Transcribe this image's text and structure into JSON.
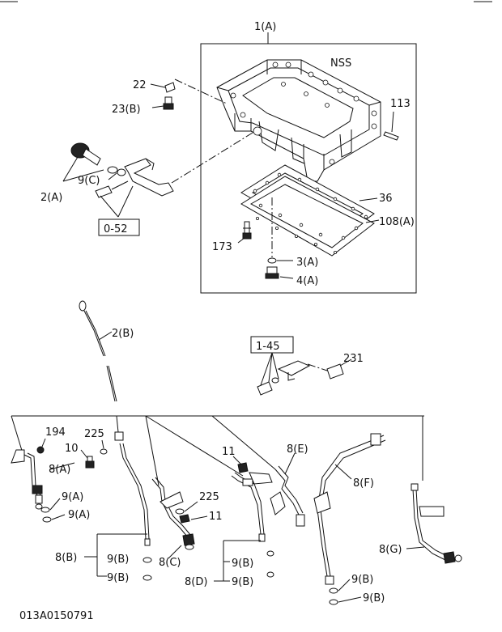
{
  "labels": {
    "l1a": "1(A)",
    "nss": "NSS",
    "l22": "22",
    "l23b": "23(B)",
    "l113": "113",
    "l9c": "9(C)",
    "l2a": "2(A)",
    "ref052": "0-52",
    "l36": "36",
    "l108a": "108(A)",
    "l173": "173",
    "l3a": "3(A)",
    "l4a": "4(A)",
    "l2b": "2(B)",
    "ref145": "1-45",
    "l231": "231",
    "l194": "194",
    "l225a": "225",
    "l10": "10",
    "l8a": "8(A)",
    "l9a1": "9(A)",
    "l9a2": "9(A)",
    "l11a": "11",
    "l8e": "8(E)",
    "l225b": "225",
    "l11b": "11",
    "l8f": "8(F)",
    "l8b": "8(B)",
    "l9b1": "9(B)",
    "l9b2": "9(B)",
    "l8c": "8(C)",
    "l9b3": "9(B)",
    "l8d": "8(D)",
    "l9b4": "9(B)",
    "l8g": "8(G)",
    "l9b5": "9(B)",
    "l9b6": "9(B)",
    "code": "013A0150791"
  }
}
